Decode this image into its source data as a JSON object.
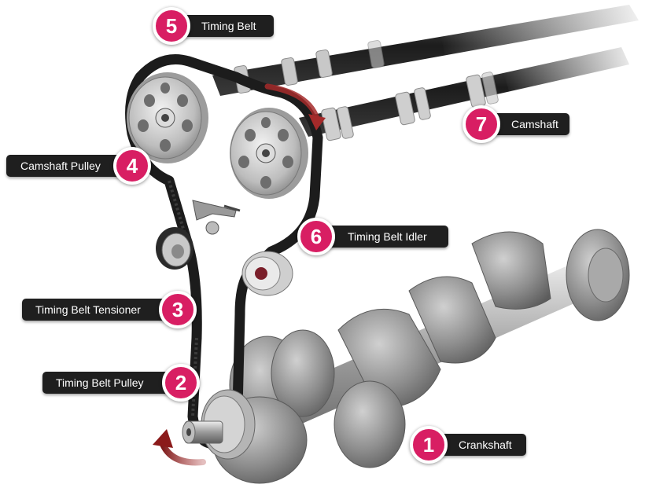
{
  "colors": {
    "badge": "#d81e63",
    "label_bg": "#1f1f1f",
    "label_text": "#ffffff",
    "belt": "#1c1c1c",
    "arrow": "#a52a2a"
  },
  "callouts": [
    {
      "number": "1",
      "label": "Crankshaft"
    },
    {
      "number": "2",
      "label": "Timing Belt Pulley"
    },
    {
      "number": "3",
      "label": "Timing Belt Tensioner"
    },
    {
      "number": "4",
      "label": "Camshaft Pulley"
    },
    {
      "number": "5",
      "label": "Timing Belt"
    },
    {
      "number": "6",
      "label": "Timing Belt Idler"
    },
    {
      "number": "7",
      "label": "Camshaft"
    }
  ]
}
